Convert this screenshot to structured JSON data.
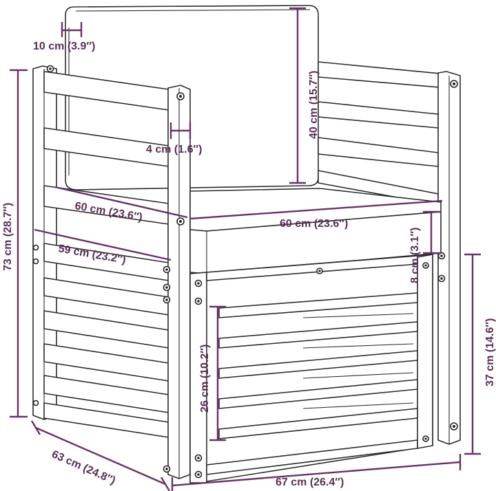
{
  "colors": {
    "dimension": "#6b2f68",
    "outline": "#2b2b2b",
    "background": "#ffffff"
  },
  "dimensions": {
    "backrest_thickness": "10 cm (3.9″)",
    "backrest_height": "40 cm (15.7″)",
    "armrest_gap": "4 cm (1.6″)",
    "total_height": "73 cm (28.7″)",
    "seat_depth": "60 cm (23.6″)",
    "seat_width": "60 cm (23.6″)",
    "cushion_thickness": "8 cm (3.1″)",
    "inner_depth": "59 cm (23.2″)",
    "seat_height": "37 cm (14.6″)",
    "storage_height": "26 cm (10.2″)",
    "total_depth": "63 cm (24.8″)",
    "total_width": "67 cm (26.4″)"
  }
}
